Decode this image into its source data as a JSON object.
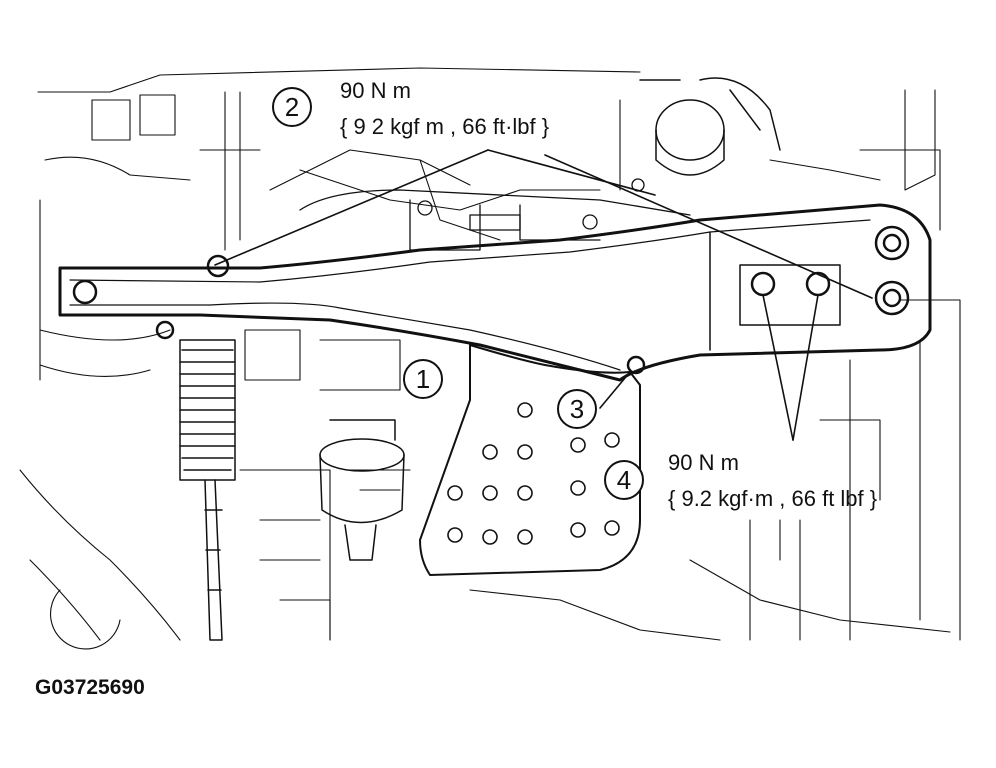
{
  "figure_id": "G03725690",
  "colors": {
    "ink": "#111111",
    "paper": "#ffffff"
  },
  "callouts": [
    "1",
    "2",
    "3",
    "4"
  ],
  "torque_upper": {
    "line1": "90 N m",
    "line2": "{ 9 2 kgf m , 66 ft·lbf }"
  },
  "torque_lower": {
    "line1": "90 N m",
    "line2": "{ 9.2 kgf·m , 66 ft lbf }"
  }
}
